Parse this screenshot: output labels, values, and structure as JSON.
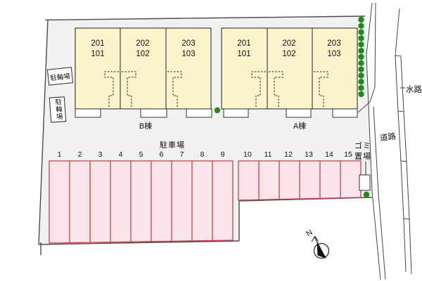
{
  "buildings": [
    {
      "label": "B棟",
      "units": [
        {
          "line1": "201",
          "line2": "101"
        },
        {
          "line1": "202",
          "line2": "102"
        },
        {
          "line1": "203",
          "line2": "103"
        }
      ]
    },
    {
      "label": "A棟",
      "units": [
        {
          "line1": "201",
          "line2": "101"
        },
        {
          "line1": "202",
          "line2": "102"
        },
        {
          "line1": "203",
          "line2": "103"
        }
      ]
    }
  ],
  "bicycle_parking": {
    "box1": "駐輪場",
    "box2": "駐輪場"
  },
  "parking": {
    "label": "駐車場",
    "numbers": [
      "1",
      "2",
      "3",
      "4",
      "5",
      "6",
      "7",
      "8",
      "9",
      "10",
      "11",
      "12",
      "13",
      "14",
      "15"
    ]
  },
  "garbage": {
    "line1": "ゴミ",
    "line2": "置場"
  },
  "road": {
    "label": "道路"
  },
  "waterway": {
    "label": "水路"
  },
  "compass": {
    "label": "N"
  },
  "colors": {
    "site_fill": "#f1f1ef",
    "building_fill": "#faf3cc",
    "parking_fill": "#fce5ea",
    "parking_border": "#c5404e",
    "tree_green": "#1f8a1f",
    "line": "#3c3c3c"
  }
}
